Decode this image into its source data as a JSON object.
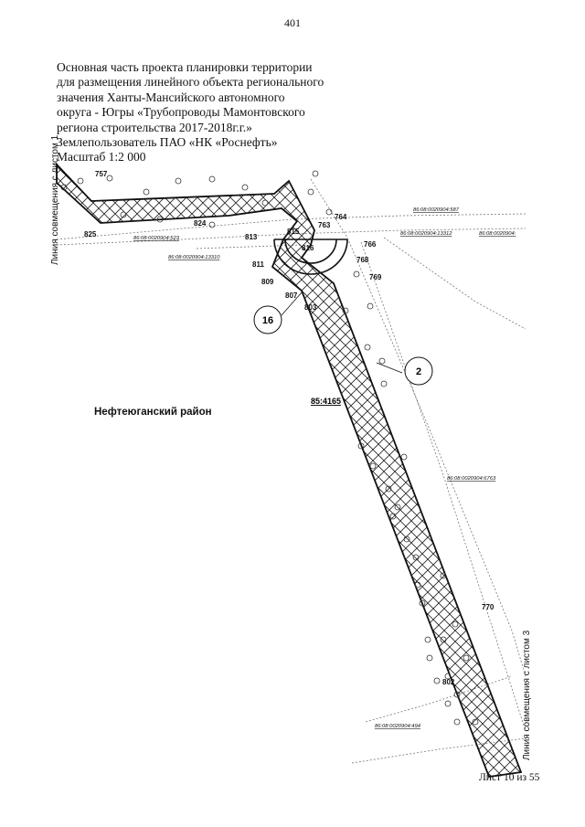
{
  "page_number": "401",
  "title_lines": [
    "Основная часть проекта планировки территории",
    "для размещения линейного объекта регионального",
    "значения Ханты-Мансийского автономного",
    "округа - Югры «Трубопроводы Мамонтовского",
    "региона строительства 2017-2018г.г.»",
    "Землепользователь ПАО «НК «Роснефть»",
    "Масштаб 1:2 000"
  ],
  "side_labels": {
    "left": "Линия совмещения с листом 1",
    "right": "Линия совмещения с листом 3"
  },
  "district": "Нефтеюганский район",
  "footer": "Лист 10 из 55",
  "point_labels": {
    "p757": "757",
    "p825": "825",
    "p824": "824",
    "p813": "813",
    "p815": "815",
    "p763": "763",
    "p764": "764",
    "p811": "811",
    "p766": "766",
    "p768": "768",
    "p769": "769",
    "p809": "809",
    "p807": "807",
    "p803": "803",
    "p770": "770",
    "p802": "802",
    "p816": "816"
  },
  "circle_labels": {
    "c16": "16",
    "c2": "2"
  },
  "parcel_labels": {
    "a": "86:08:0020904:587",
    "b": "86:08:0020904:523",
    "c": "86:08:0020904:13312",
    "d": "86:08:0020904:",
    "e": "86:08:0020904:13310",
    "f": "86:08:0020904:6763",
    "g": "86:08:0020904:494",
    "h": "85:4165"
  }
}
